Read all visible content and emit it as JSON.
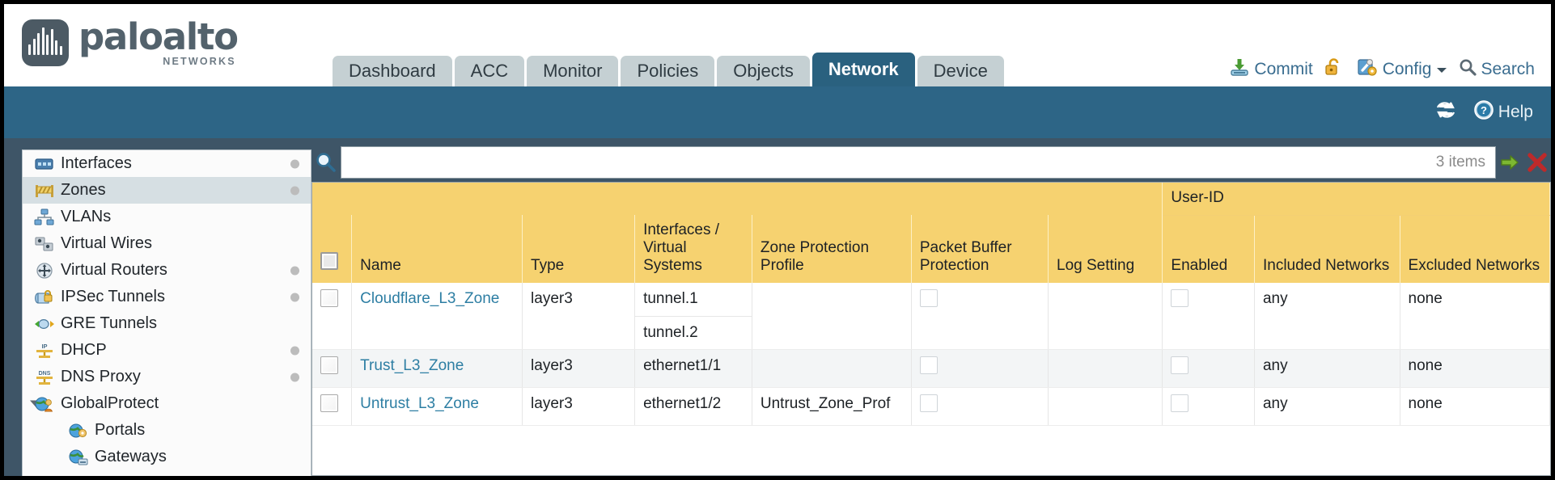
{
  "brand": {
    "name": "paloalto",
    "tagline": "NETWORKS",
    "registered": "®"
  },
  "header": {
    "tabs": [
      {
        "label": "Dashboard",
        "active": false
      },
      {
        "label": "ACC",
        "active": false
      },
      {
        "label": "Monitor",
        "active": false
      },
      {
        "label": "Policies",
        "active": false
      },
      {
        "label": "Objects",
        "active": false
      },
      {
        "label": "Network",
        "active": true
      },
      {
        "label": "Device",
        "active": false
      }
    ],
    "actions": [
      {
        "label": "Commit",
        "icon": "commit-icon"
      },
      {
        "label": "",
        "icon": "unlock-icon"
      },
      {
        "label": "Config",
        "icon": "config-icon",
        "dropdown": true
      },
      {
        "label": "Search",
        "icon": "search-magnifier-icon"
      }
    ]
  },
  "subbar": {
    "refresh_label": "",
    "help_label": "Help"
  },
  "sidebar": {
    "items": [
      {
        "label": "Interfaces",
        "icon": "interfaces-icon",
        "selected": false,
        "dot": true,
        "child": false,
        "caret": false
      },
      {
        "label": "Zones",
        "icon": "zones-icon",
        "selected": true,
        "dot": true,
        "child": false,
        "caret": false
      },
      {
        "label": "VLANs",
        "icon": "vlans-icon",
        "selected": false,
        "dot": false,
        "child": false,
        "caret": false
      },
      {
        "label": "Virtual Wires",
        "icon": "virtual-wires-icon",
        "selected": false,
        "dot": false,
        "child": false,
        "caret": false
      },
      {
        "label": "Virtual Routers",
        "icon": "virtual-routers-icon",
        "selected": false,
        "dot": true,
        "child": false,
        "caret": false
      },
      {
        "label": "IPSec Tunnels",
        "icon": "ipsec-tunnels-icon",
        "selected": false,
        "dot": true,
        "child": false,
        "caret": false
      },
      {
        "label": "GRE Tunnels",
        "icon": "gre-tunnels-icon",
        "selected": false,
        "dot": false,
        "child": false,
        "caret": false
      },
      {
        "label": "DHCP",
        "icon": "dhcp-icon",
        "selected": false,
        "dot": true,
        "child": false,
        "caret": false
      },
      {
        "label": "DNS Proxy",
        "icon": "dns-proxy-icon",
        "selected": false,
        "dot": true,
        "child": false,
        "caret": false
      },
      {
        "label": "GlobalProtect",
        "icon": "globalprotect-icon",
        "selected": false,
        "dot": false,
        "child": false,
        "caret": true
      },
      {
        "label": "Portals",
        "icon": "portals-icon",
        "selected": false,
        "dot": false,
        "child": true,
        "caret": false
      },
      {
        "label": "Gateways",
        "icon": "gateways-icon",
        "selected": false,
        "dot": false,
        "child": true,
        "caret": false
      }
    ]
  },
  "search": {
    "value": "",
    "placeholder": "",
    "item_count": "3 items",
    "apply_icon": "green-arrow-apply-icon",
    "clear_icon": "red-x-clear-icon"
  },
  "table": {
    "group_header": "User-ID",
    "columns": [
      "Name",
      "Type",
      "Interfaces / Virtual Systems",
      "Zone Protection Profile",
      "Packet Buffer Protection",
      "Log Setting",
      "Enabled",
      "Included Networks",
      "Excluded Networks"
    ],
    "rows": [
      {
        "name": "Cloudflare_L3_Zone",
        "type": "layer3",
        "interfaces": [
          "tunnel.1",
          "tunnel.2"
        ],
        "zone_protection_profile": "",
        "packet_buffer_protection": false,
        "log_setting": "",
        "userid_enabled": false,
        "included_networks": "any",
        "excluded_networks": "none"
      },
      {
        "name": "Trust_L3_Zone",
        "type": "layer3",
        "interfaces": [
          "ethernet1/1"
        ],
        "zone_protection_profile": "",
        "packet_buffer_protection": false,
        "log_setting": "",
        "userid_enabled": false,
        "included_networks": "any",
        "excluded_networks": "none"
      },
      {
        "name": "Untrust_L3_Zone",
        "type": "layer3",
        "interfaces": [
          "ethernet1/2"
        ],
        "zone_protection_profile": "Untrust_Zone_Prof",
        "packet_buffer_protection": false,
        "log_setting": "",
        "userid_enabled": false,
        "included_networks": "any",
        "excluded_networks": "none"
      }
    ]
  },
  "colors": {
    "nav_active": "#2a617f",
    "nav_inactive": "#c5d0d3",
    "subbar": "#2d6586",
    "table_header": "#f6d270",
    "table_group_header": "#e3b94b",
    "link": "#2d7ea3",
    "page_bg": "#3e5567"
  }
}
